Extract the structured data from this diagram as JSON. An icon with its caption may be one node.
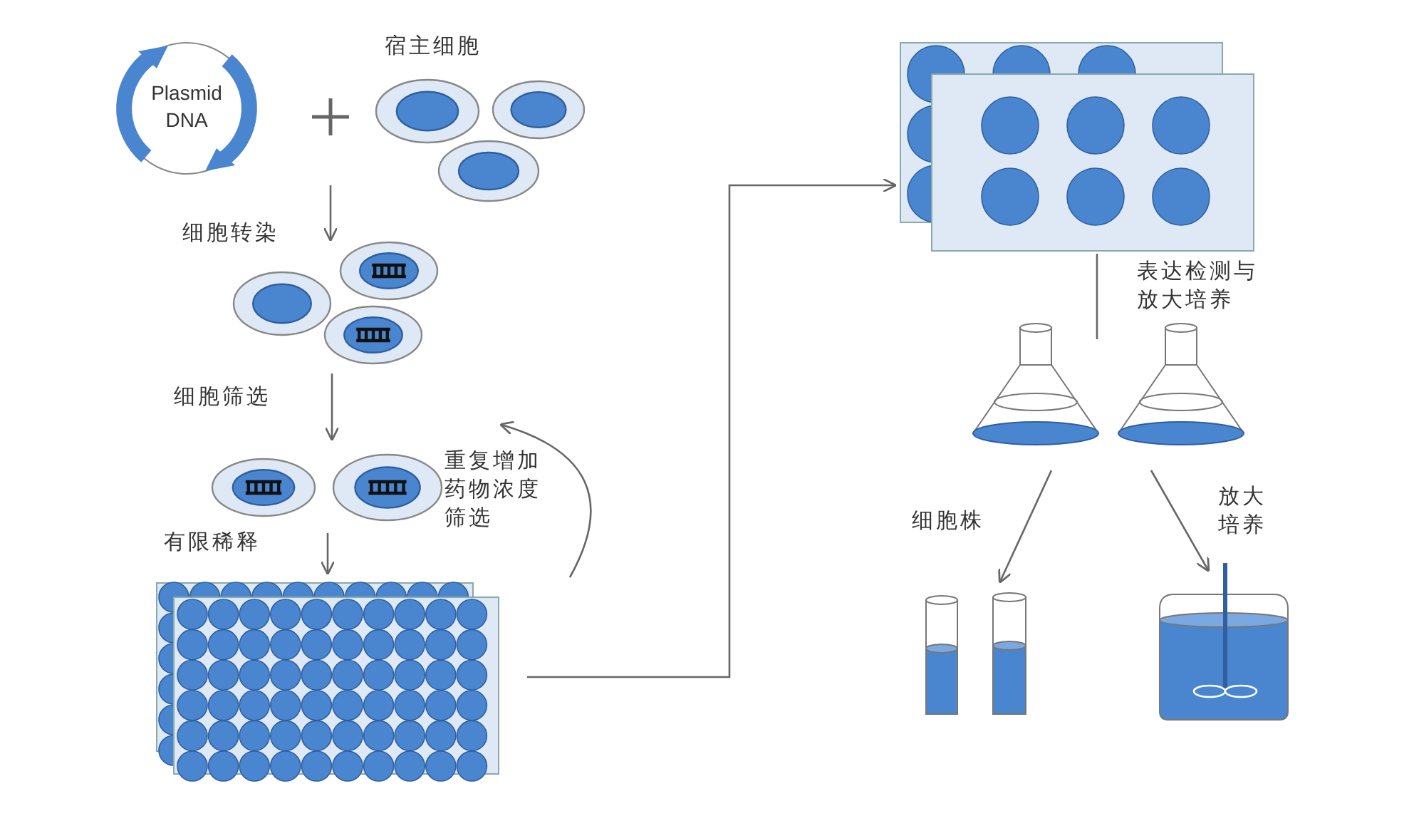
{
  "diagram": {
    "nodes": [
      {
        "text": [
          "Plasmid DNA"
        ]
      },
      {
        "text": [
          "宿主细胞"
        ]
      },
      {
        "text": [],
        "shape": "picture"
      },
      {
        "text": [],
        "shape": "picture"
      },
      {
        "text": [],
        "shape": "picture"
      },
      {
        "text": [],
        "shape": "picture"
      },
      {
        "text": [],
        "shape": "picture"
      },
      {
        "text": [],
        "shape": "picture"
      },
      {
        "text": [],
        "shape": "picture"
      },
      {
        "text": [],
        "shape": "picture"
      }
    ],
    "edges": [
      {
        "from": null,
        "to": 2,
        "arrow": "to",
        "label": "细胞转染"
      },
      {
        "from": 2,
        "to": 3,
        "arrow": "to",
        "label": "细胞筛选"
      },
      {
        "from": 3,
        "to": 4,
        "arrow": "to",
        "label": "有限稀释"
      },
      {
        "from": 4,
        "to": 3,
        "arrow": "to",
        "label": "重复增加药物浓度筛选"
      },
      {
        "from": 4,
        "to": 5,
        "arrow": "to"
      },
      {
        "from": 5,
        "to": 6,
        "arrow": "none",
        "label": "表达检测与放大培养"
      },
      {
        "from": 6,
        "to": 8,
        "arrow": "to",
        "label": "细胞株"
      },
      {
        "from": 7,
        "to": 9,
        "arrow": "to",
        "label": "放大培养"
      }
    ]
  }
}
